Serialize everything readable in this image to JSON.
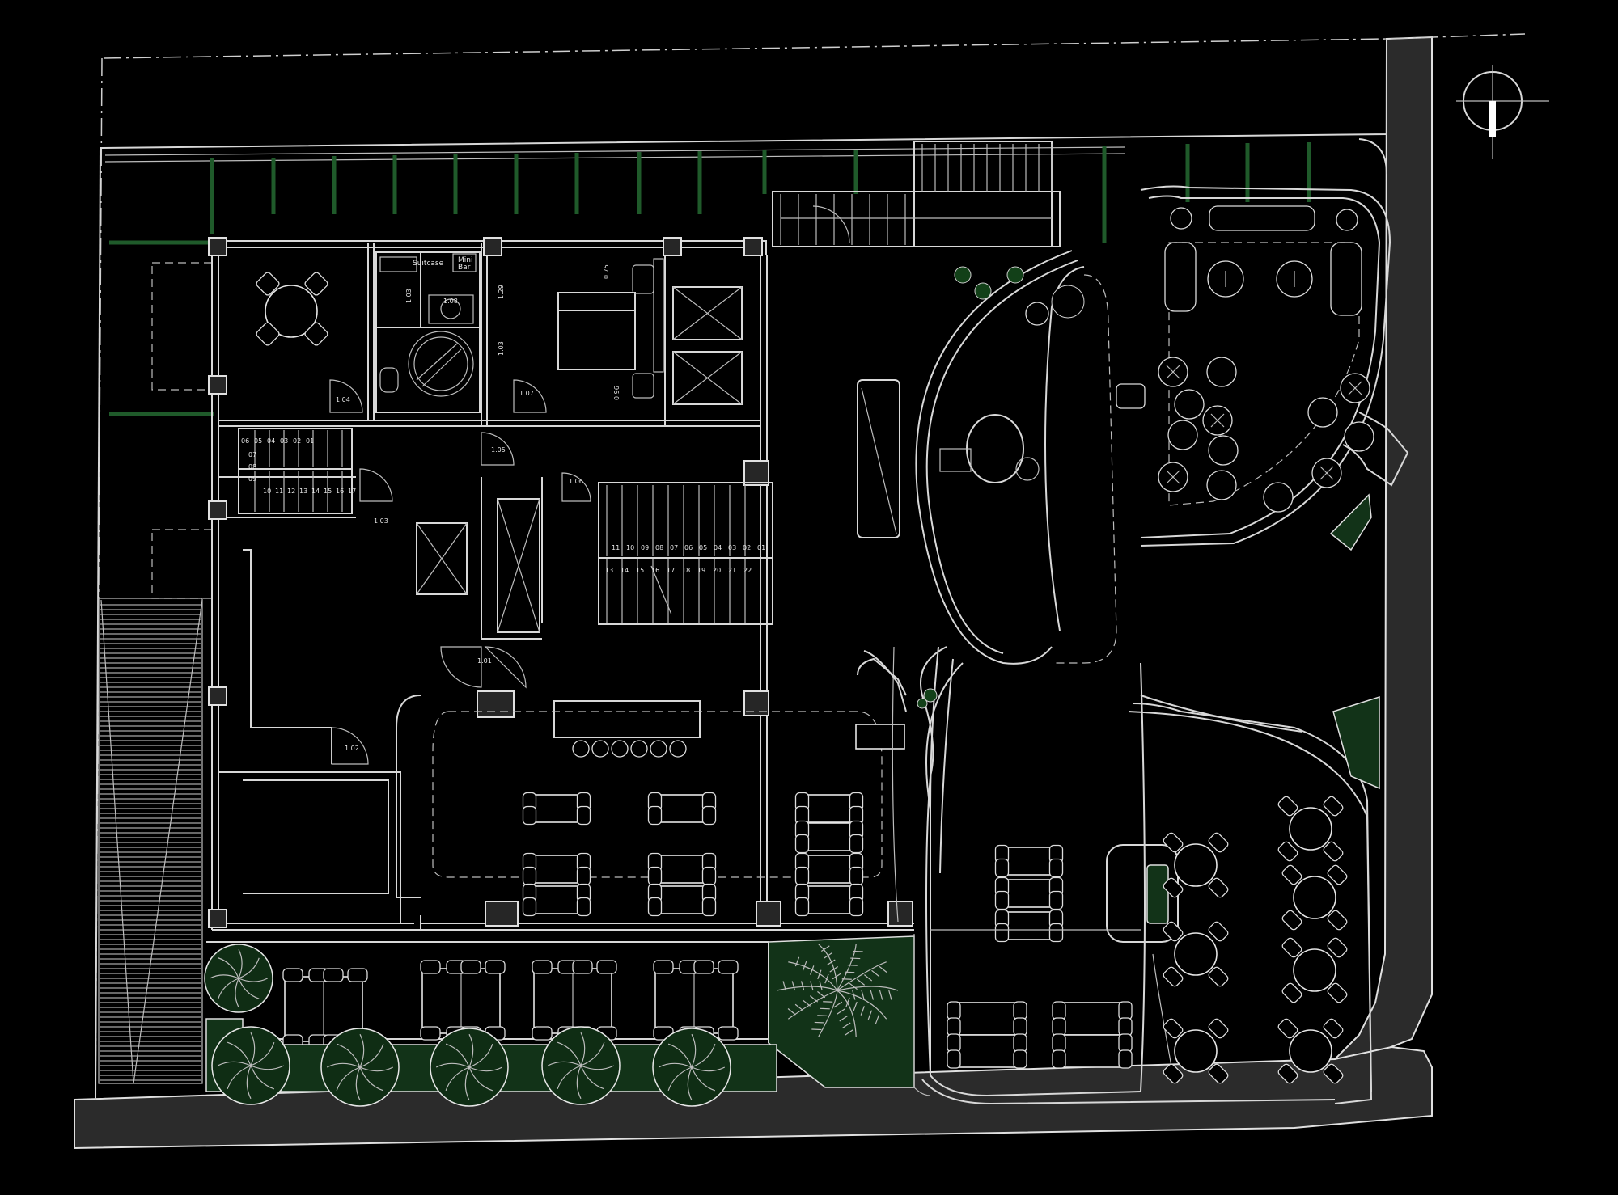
{
  "plan": {
    "background": "#000000",
    "line_color": "#d8d8d8",
    "landscape_color": "#123318",
    "room_labels": {
      "suitcase": "Suitcase",
      "mini_bar_line1": "Mini",
      "mini_bar_line2": "Bar"
    },
    "door_tags": {
      "d01": "1.01",
      "d02": "1.02",
      "d03": "1.03",
      "d04": "1.04",
      "d05": "1.05",
      "d06": "1.06",
      "d07": "1.07",
      "d08": "1.08"
    },
    "dimensions": {
      "dim1": "0.75",
      "dim2": "1.29",
      "dim3": "1.03",
      "dim4": "1.03",
      "dim5": "0.96"
    },
    "stair_numbers": {
      "upper_west": [
        "06",
        "05",
        "04",
        "03",
        "02",
        "01"
      ],
      "lower_west": [
        "10",
        "11",
        "12",
        "13",
        "14",
        "15",
        "16",
        "17"
      ],
      "side_west": [
        "07",
        "08",
        "09"
      ],
      "upper_core": [
        "11",
        "10",
        "09",
        "08",
        "07",
        "06",
        "05",
        "04",
        "03",
        "02",
        "01"
      ],
      "lower_core": [
        "13",
        "14",
        "15",
        "16",
        "17",
        "18",
        "19",
        "20",
        "21",
        "22"
      ]
    },
    "north_arrow": "north-arrow-icon"
  }
}
